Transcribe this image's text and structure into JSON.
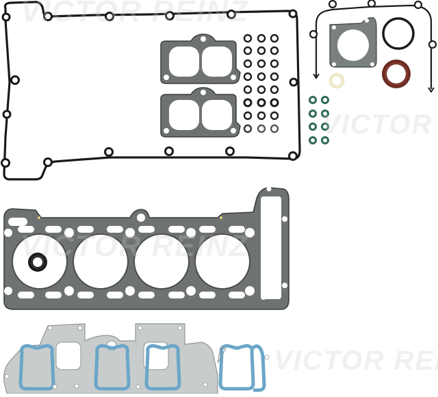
{
  "image": {
    "subject": "Cylinder head gasket set",
    "watermark_text": "VICTOR REINZ",
    "colors": {
      "background": "#ffffff",
      "valve_cover_gasket": "#1a1a1a",
      "steel_gasket": "#6e7273",
      "steel_gasket_edge": "#3b3e40",
      "o_ring_black": "#1c1c1c",
      "o_ring_green": "#2f6a55",
      "shaft_seal": "#6a2a22",
      "fiber_washer": "#efe9cc",
      "intake_gasket_fiber": "#c9cccd",
      "intake_gasket_seal": "#6aa6c8",
      "watermark": "#d0d0d0"
    },
    "components": [
      {
        "name": "valve-cover-gasket",
        "count": 1
      },
      {
        "name": "exhaust-port-gaskets",
        "count": 2
      },
      {
        "name": "valve-stem-seals-black",
        "count": 24
      },
      {
        "name": "timing-cover-gasket",
        "count": 1
      },
      {
        "name": "throttle-body-gasket",
        "count": 1
      },
      {
        "name": "o-ring-large",
        "count": 1
      },
      {
        "name": "crankshaft-seal",
        "count": 1
      },
      {
        "name": "fiber-washer",
        "count": 1
      },
      {
        "name": "injector-o-rings-green",
        "count": 8
      },
      {
        "name": "cylinder-head-gasket",
        "count": 1
      },
      {
        "name": "spark-plug-tube-seal",
        "count": 1
      },
      {
        "name": "intake-manifold-gasket",
        "count": 1
      }
    ]
  }
}
